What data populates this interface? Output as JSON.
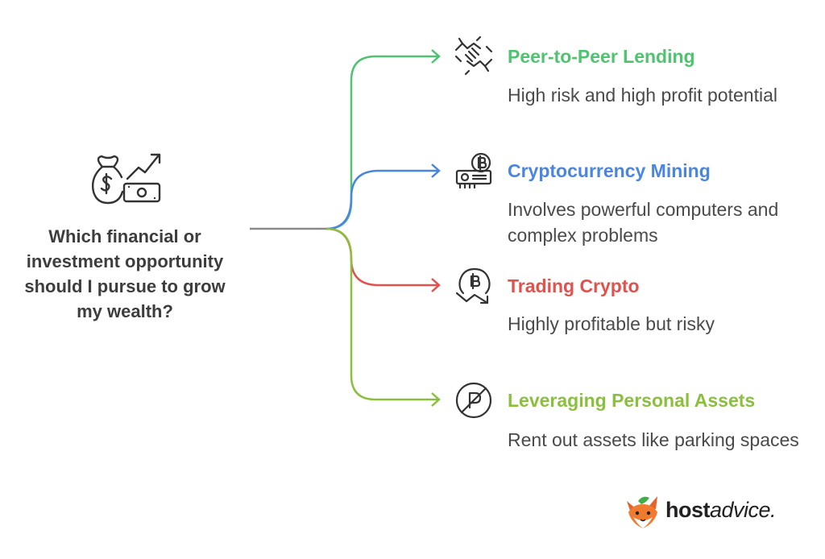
{
  "question": "Which financial or investment opportunity should I pursue to grow my wealth?",
  "options": [
    {
      "title": "Peer-to-Peer Lending",
      "description": "High risk and high profit potential",
      "color": "#4fc36f",
      "icon": "handshake-icon"
    },
    {
      "title": "Cryptocurrency Mining",
      "description": "Involves powerful computers and complex problems",
      "color": "#4a86e0",
      "icon": "bitcoin-mining-rig-icon"
    },
    {
      "title": "Trading Crypto",
      "description": "Highly profitable but risky",
      "color": "#e0524d",
      "icon": "bitcoin-trend-down-icon"
    },
    {
      "title": "Leveraging Personal Assets",
      "description": "Rent out assets like parking spaces",
      "color": "#8bbf3e",
      "icon": "no-parking-icon"
    }
  ],
  "main_icon": "money-bag-growth-icon",
  "brand": {
    "bold": "host",
    "light": "advice."
  }
}
